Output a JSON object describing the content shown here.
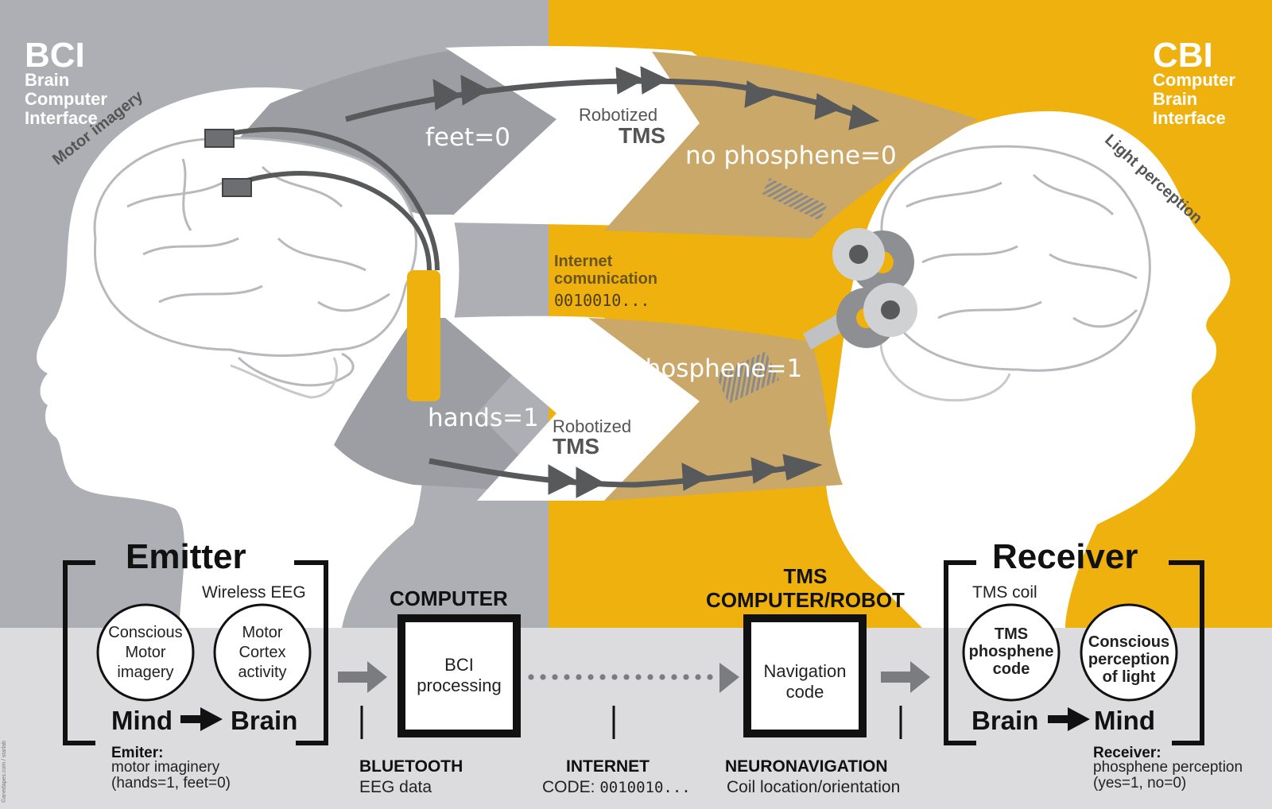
{
  "colors": {
    "bci_bg": "#aeafb4",
    "cbi_bg": "#efb10d",
    "bottom_band": "#dcdcde",
    "band_gold": "#c9a86a",
    "band_grey": "#9d9ea3",
    "arrow": "#58595b",
    "ink": "#111111"
  },
  "bci": {
    "abbr": "BCI",
    "lines": [
      "Brain",
      "Computer",
      "Interface"
    ]
  },
  "cbi": {
    "abbr": "CBI",
    "lines": [
      "Computer",
      "Brain",
      "Interface"
    ]
  },
  "labels": {
    "motor_imagery": "Motor imagery",
    "light_perception": "Light perception",
    "feet": "feet=0",
    "hands": "hands=1",
    "no_phosphene": "no phosphene=0",
    "phosphene": "phosphene=1",
    "robotized_top_1": "Robotized",
    "robotized_top_2": "TMS",
    "robotized_bot_1": "Robotized",
    "robotized_bot_2": "TMS",
    "internet_1": "Internet",
    "internet_2": "comunication",
    "binary": "0010010..."
  },
  "emitter": {
    "title": "Emitter",
    "wireless": "Wireless EEG",
    "circle_left": [
      "Conscious",
      "Motor",
      "imagery"
    ],
    "circle_right": [
      "Motor",
      "Cortex",
      "activity"
    ],
    "mind": "Mind",
    "brain": "Brain",
    "caption_head": "Emiter:",
    "caption_lines": [
      "motor imaginery",
      "(hands=1, feet=0)"
    ]
  },
  "computer": {
    "title": "COMPUTER",
    "box_lines": [
      "BCI",
      "processing"
    ]
  },
  "tms_robot": {
    "title_lines": [
      "TMS",
      "COMPUTER/ROBOT"
    ],
    "box_lines": [
      "Navigation",
      "code"
    ]
  },
  "receiver": {
    "title": "Receiver",
    "coil": "TMS coil",
    "circle_left": [
      "TMS",
      "phosphene",
      "code"
    ],
    "circle_right": [
      "Conscious",
      "perception",
      "of light"
    ],
    "brain": "Brain",
    "mind": "Mind",
    "caption_head": "Receiver:",
    "caption_lines": [
      "phosphene perception",
      "(yes=1, no=0)"
    ]
  },
  "bottom": {
    "bluetooth": "BLUETOOTH",
    "bluetooth_sub": "EEG data",
    "internet": "INTERNET",
    "internet_sub_label": "CODE:",
    "internet_sub_code": "0010010...",
    "neuronav": "NEURONAVIGATION",
    "neuronav_sub": "Coil location/orientation"
  },
  "credit": "©anedapes.com / starlab"
}
